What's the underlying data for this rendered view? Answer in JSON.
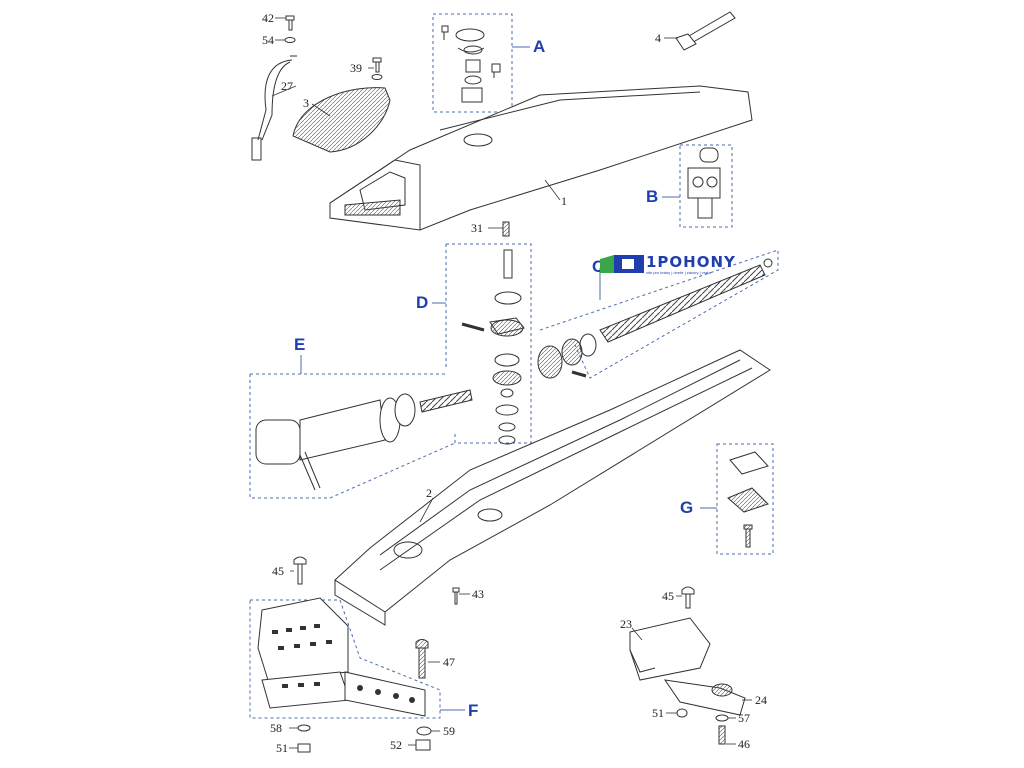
{
  "part_numbers": {
    "n42": "42",
    "n54": "54",
    "n27": "27",
    "n39": "39",
    "n3": "3",
    "n4": "4",
    "n1": "1",
    "n31": "31",
    "n2": "2",
    "n45a": "45",
    "n43": "43",
    "n47": "47",
    "n58": "58",
    "n59": "59",
    "n51a": "51",
    "n52": "52",
    "n45b": "45",
    "n23": "23",
    "n24": "24",
    "n51b": "51",
    "n57": "57",
    "n46": "46"
  },
  "section_labels": {
    "a": "A",
    "b": "B",
    "c": "C",
    "d": "D",
    "e": "E",
    "f": "F",
    "g": "G"
  },
  "logo": {
    "brand": "1POHONY",
    "tagline": "vše pro brány | dveře | závory | vrata"
  },
  "colors": {
    "callout_blue": "#1f3fb0",
    "logo_green": "#3aa64a",
    "line": "#333333",
    "dash": "#4a6db0"
  },
  "icons": [
    "dashed-group-box",
    "exploded-part-drawing"
  ]
}
